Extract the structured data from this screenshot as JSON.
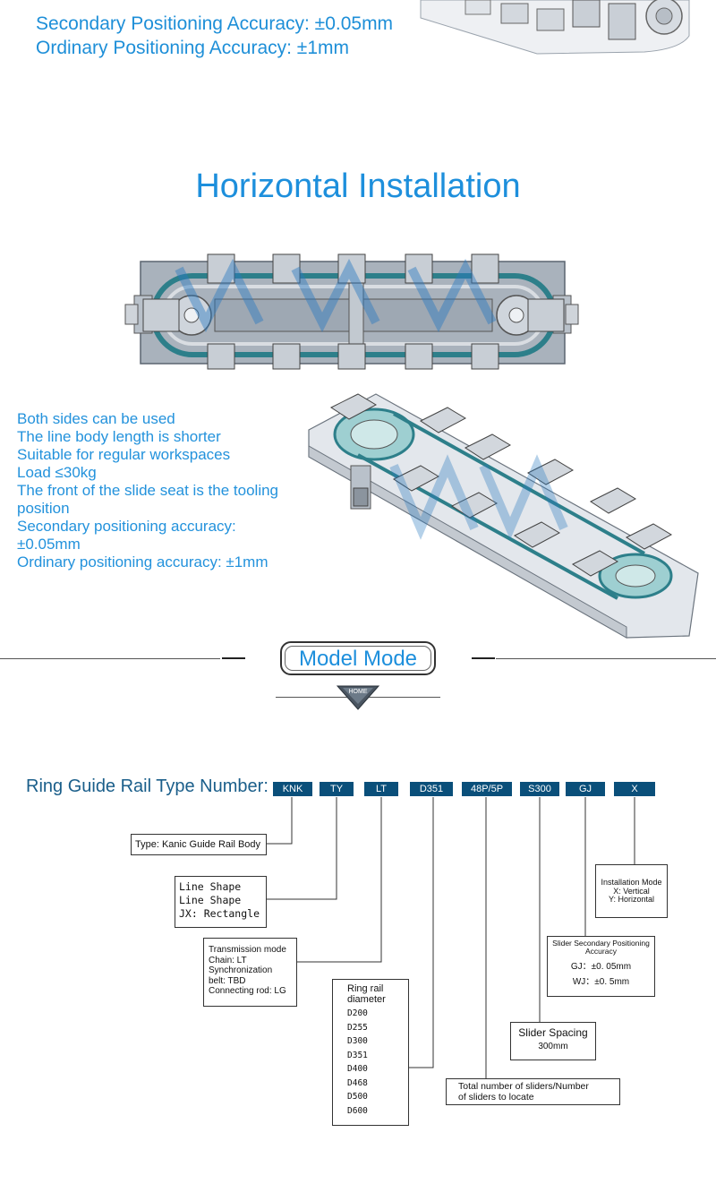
{
  "top_specs": {
    "line1": "Secondary Positioning Accuracy: ±0.05mm",
    "line2": "Ordinary Positioning Accuracy: ±1mm"
  },
  "section_title": "Horizontal Installation",
  "features": [
    "Both sides can be used",
    "The line body length is shorter",
    "Suitable for regular workspaces",
    "Load ≤30kg",
    "The front of the slide seat is the tooling",
    "position",
    "Secondary positioning accuracy:",
    "±0.05mm",
    "Ordinary positioning accuracy: ±1mm"
  ],
  "model_mode": {
    "title": "Model Mode",
    "home_label": "HOME"
  },
  "type_number": {
    "label": "Ring Guide Rail Type Number:",
    "codes": [
      "KNK",
      "TY",
      "LT",
      "D351",
      "48P/5P",
      "S300",
      "GJ",
      "X"
    ]
  },
  "boxes": {
    "type": "Type: Kanic Guide Rail Body",
    "line_shape": [
      "Line Shape",
      "Line Shape",
      "JX: Rectangle"
    ],
    "transmission": [
      "Transmission mode",
      "Chain: LT",
      "Synchronization",
      "belt: TBD",
      "Connecting rod: LG"
    ],
    "ring_rail": {
      "title": [
        "Ring rail",
        "diameter"
      ],
      "values": [
        "D200",
        "D255",
        "D300",
        "D351",
        "D400",
        "D468",
        "D500",
        "D600"
      ]
    },
    "sliders_total": [
      "Total number of sliders/Number",
      "of sliders to locate"
    ],
    "spacing": {
      "title": "Slider Spacing",
      "value": "300mm"
    },
    "secondary_accuracy": {
      "title": [
        "Slider Secondary Positioning",
        "Accuracy"
      ],
      "gj": "GJ：±0. 05mm",
      "wj": "WJ：±0. 5mm"
    },
    "installation": [
      "Installation Mode",
      "X: Vertical",
      "Y: Horizontal"
    ]
  },
  "colors": {
    "accent_blue": "#1d8fdc",
    "code_bg": "#0a4f7a",
    "rail_grey": "#8a96a3",
    "watermark": "#2b7bc0"
  }
}
